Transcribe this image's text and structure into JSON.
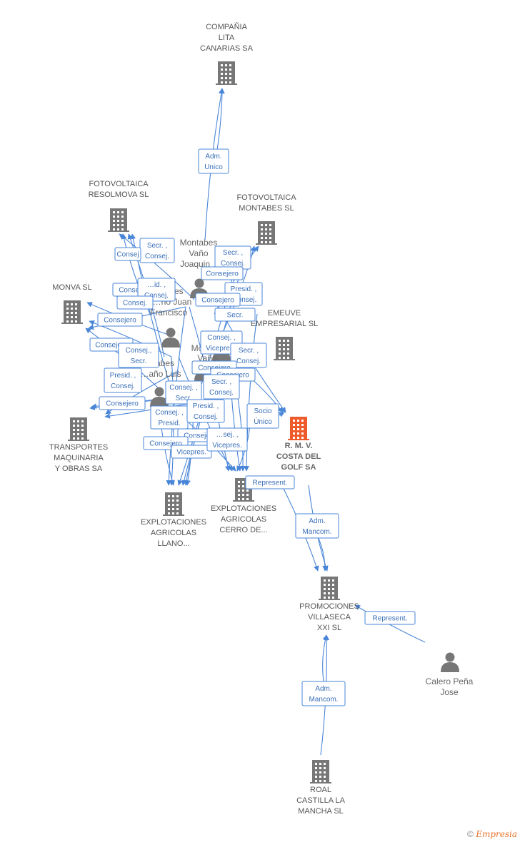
{
  "colors": {
    "edge": "#4a86d8",
    "company": "#777777",
    "main_company": "#ee5a2a",
    "person": "#777777"
  },
  "companies": [
    {
      "id": "c1",
      "lines": [
        "COMPAÑIA",
        "LITA",
        "CANARIAS SA"
      ],
      "icon": "building-icon",
      "main": false
    },
    {
      "id": "c2",
      "lines": [
        "FOTOVOLTAICA",
        "RESOLMOVA SL"
      ],
      "icon": "building-icon",
      "main": false
    },
    {
      "id": "c3",
      "lines": [
        "FOTOVOLTAICA",
        "MONTABES SL"
      ],
      "icon": "building-icon",
      "main": false
    },
    {
      "id": "c4",
      "lines": [
        "MONVA SL"
      ],
      "icon": "building-icon",
      "main": false
    },
    {
      "id": "c5",
      "lines": [
        "EMEUVE",
        "EMPRESARIAL SL"
      ],
      "icon": "building-icon",
      "main": false
    },
    {
      "id": "c6",
      "lines": [
        "TRANSPORTES",
        "MAQUINARIA",
        "Y OBRAS SA"
      ],
      "icon": "building-icon",
      "main": false
    },
    {
      "id": "c7",
      "lines": [
        "R. M. V.",
        "COSTA DEL",
        "GOLF SA"
      ],
      "icon": "building-icon",
      "main": true
    },
    {
      "id": "c8",
      "lines": [
        "EXPLOTACIONES",
        "AGRICOLAS",
        "LLANO..."
      ],
      "icon": "building-icon",
      "main": false
    },
    {
      "id": "c9",
      "lines": [
        "EXPLOTACIONES",
        "AGRICOLAS",
        "CERRO DE..."
      ],
      "icon": "building-icon",
      "main": false
    },
    {
      "id": "c10",
      "lines": [
        "PROMOCIONES",
        "VILLASECA",
        "XXI SL"
      ],
      "icon": "building-icon",
      "main": false
    },
    {
      "id": "c11",
      "lines": [
        "ROAL",
        "CASTILLA LA",
        "MANCHA SL"
      ],
      "icon": "building-icon",
      "main": false
    }
  ],
  "persons": [
    {
      "id": "p1",
      "lines": [
        "Montabes",
        "Vaño",
        "Joaquin"
      ],
      "icon": "person-icon"
    },
    {
      "id": "p2",
      "lines": [
        "…bes",
        "…no Juan",
        "Francisco"
      ],
      "icon": "person-icon"
    },
    {
      "id": "p3",
      "lines": [
        "…abes",
        "…año Luis"
      ],
      "icon": "person-icon"
    },
    {
      "id": "p4",
      "lines": [
        "Mo…",
        "Vaño"
      ],
      "icon": "person-icon"
    },
    {
      "id": "p5",
      "lines": [],
      "icon": "person-icon"
    },
    {
      "id": "p6",
      "lines": [
        "Calero Peña",
        "Jose"
      ],
      "icon": "person-icon"
    }
  ],
  "relations": [
    {
      "id": "r1",
      "lines": [
        "Adm.",
        "Unico"
      ]
    },
    {
      "id": "r2",
      "lines": [
        "Secr. ,",
        "Consej."
      ]
    },
    {
      "id": "r3",
      "lines": [
        "Consej"
      ]
    },
    {
      "id": "r4",
      "lines": [
        "Secr. ,",
        "Consej."
      ]
    },
    {
      "id": "r5",
      "lines": [
        "Consejero"
      ]
    },
    {
      "id": "r6",
      "lines": [
        "Consejero"
      ]
    },
    {
      "id": "r7",
      "lines": [
        "…id. ,",
        "Consej."
      ]
    },
    {
      "id": "r8",
      "lines": [
        "Consej."
      ]
    },
    {
      "id": "r9",
      "lines": [
        "Presid. ,",
        "…onsej."
      ]
    },
    {
      "id": "r10",
      "lines": [
        "Consejero"
      ]
    },
    {
      "id": "r11",
      "lines": [
        "Secr."
      ]
    },
    {
      "id": "r12",
      "lines": [
        "Consejero"
      ]
    },
    {
      "id": "r13",
      "lines": [
        "Consejero"
      ]
    },
    {
      "id": "r14",
      "lines": [
        "Consej. ,",
        "Vicepre…"
      ]
    },
    {
      "id": "r15",
      "lines": [
        "Consej.,",
        "Secr."
      ]
    },
    {
      "id": "r16",
      "lines": [
        "Secr. ,",
        "Consej."
      ]
    },
    {
      "id": "r17",
      "lines": [
        "Presid. ,",
        "Consej."
      ]
    },
    {
      "id": "r18",
      "lines": [
        "Consejero"
      ]
    },
    {
      "id": "r19",
      "lines": [
        "Consejero"
      ]
    },
    {
      "id": "r20",
      "lines": [
        "Consej. ,",
        "Secr."
      ]
    },
    {
      "id": "r21",
      "lines": [
        "Secr. ,",
        "Consej."
      ]
    },
    {
      "id": "r22",
      "lines": [
        "Consejero"
      ]
    },
    {
      "id": "r23",
      "lines": [
        "Consej. ,",
        "Presid."
      ]
    },
    {
      "id": "r24",
      "lines": [
        "Presid. ,",
        "Consej."
      ]
    },
    {
      "id": "r25",
      "lines": [
        "Socio",
        "Único"
      ]
    },
    {
      "id": "r26",
      "lines": [
        "Consejero"
      ]
    },
    {
      "id": "r27",
      "lines": [
        "Consejero"
      ]
    },
    {
      "id": "r28",
      "lines": [
        "Vicepres."
      ]
    },
    {
      "id": "r29",
      "lines": [
        "…sej. ,",
        "Vicepres."
      ]
    },
    {
      "id": "r30",
      "lines": [
        "Represent."
      ]
    },
    {
      "id": "r31",
      "lines": [
        "Adm.",
        "Mancom."
      ]
    },
    {
      "id": "r32",
      "lines": [
        "Represent."
      ]
    },
    {
      "id": "r33",
      "lines": [
        "Adm.",
        "Mancom."
      ]
    }
  ],
  "footer": {
    "copyright": "©",
    "brand": "Empresia"
  }
}
